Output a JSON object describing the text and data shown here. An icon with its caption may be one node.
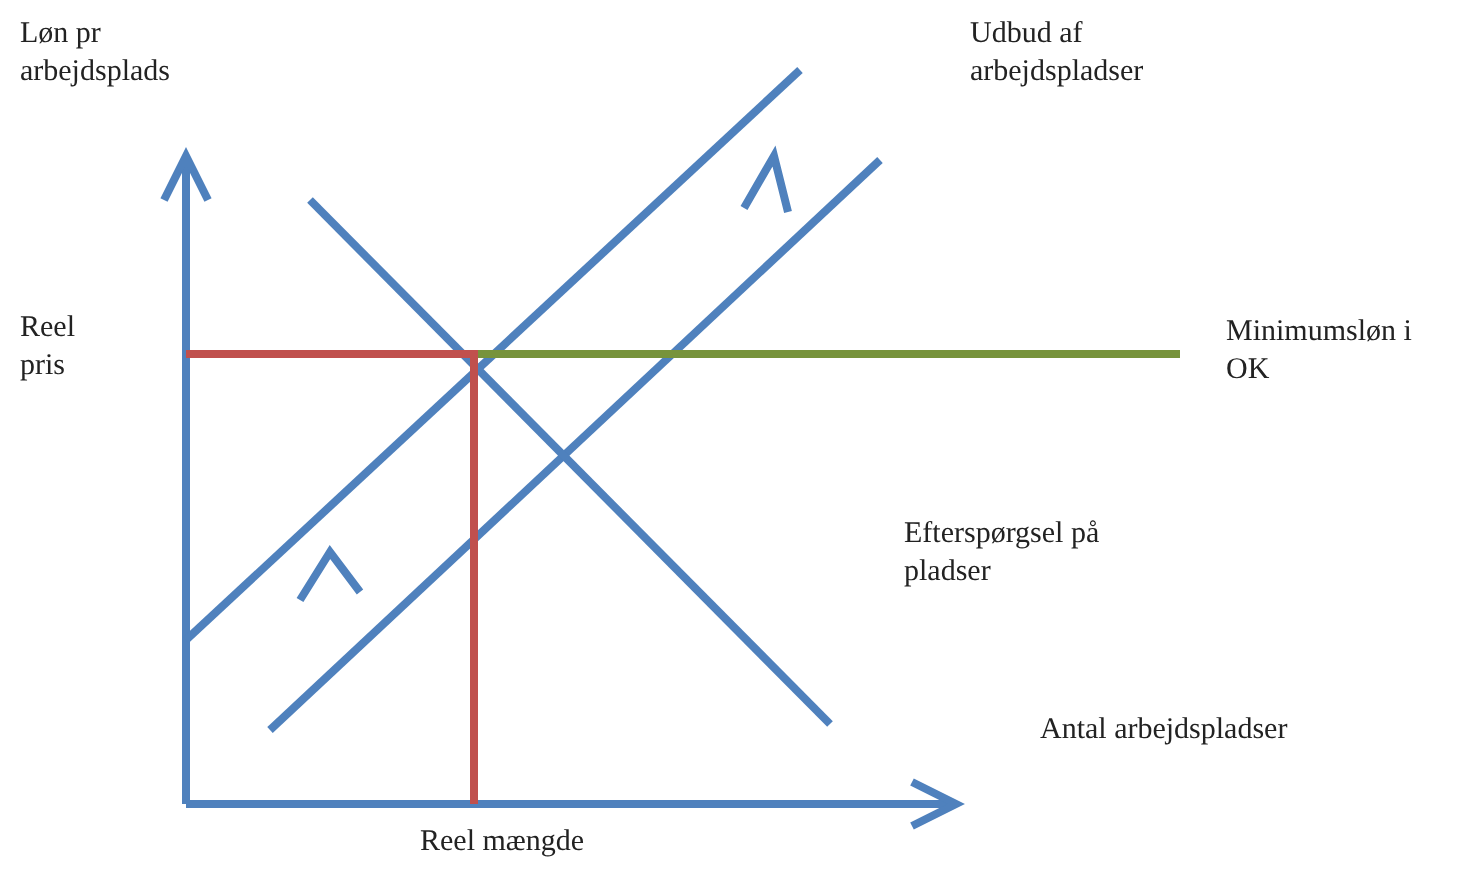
{
  "diagram": {
    "labels": [
      "Løn pr arbejdsplads",
      "Udbud af arbejdspladser",
      "Reel pris",
      "Minimumsløn i OK",
      "Efterspørgsel på pladser",
      "Antal arbejdspladser",
      "Reel mængde"
    ]
  }
}
